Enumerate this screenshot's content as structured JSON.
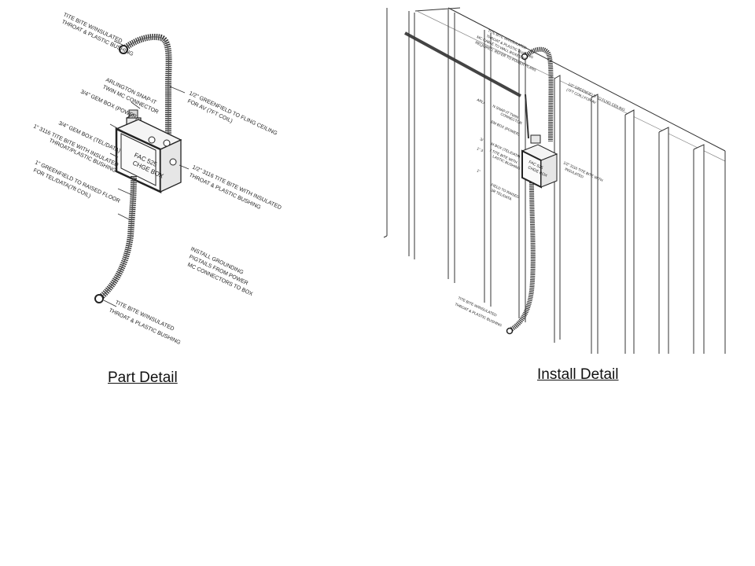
{
  "part_detail": {
    "caption": "Part Detail",
    "box_label_1": "FAC 525",
    "box_label_2": "CHGE BOX",
    "callouts": {
      "top_bushing_1": "TITE BITE W/INSULATED",
      "top_bushing_2": "THROAT & PLASTIC BUSHING",
      "arlington_1": "ARLINGTON SNAP-IT",
      "arlington_2": "TWIN MC CONNECTOR",
      "power_box": "3/4\" GEM BOX (POWER)",
      "greenfield_ceiling_1": "1/2\" GREENFIELD TO FLING CEILING",
      "greenfield_ceiling_2": "FOR AV (7FT COIL)",
      "teldata_box": "3/4\" GEM BOX (TEL/DATA)",
      "tite_bite_left_1": "1\" 3116 TITE BITE WITH INSULATED",
      "tite_bite_left_2": "THROAT/PLASTIC BUSHING",
      "tite_bite_right_1": "1/2\" 3116 TITE BITE WITH INSULATED",
      "tite_bite_right_2": "THROAT & PLASTIC BUSHING",
      "greenfield_floor_1": "1\" GREENFIELD TO RAISED FLOOR",
      "greenfield_floor_2": "FOR TEL/DATA(7ft COIL)",
      "grounding_1": "INSTALL GROUNDING",
      "grounding_2": "PIGTAILS FROM POWER",
      "grounding_3": "MC CONNECTORS TO BOX",
      "bottom_bushing_1": "TITE BITE W/INSULATED",
      "bottom_bushing_2": "THROAT & PLASTIC BUSHING"
    }
  },
  "install_detail": {
    "caption": "Install Detail",
    "box_label_1": "FAC 525",
    "box_label_2": "CHGE BOX",
    "callouts": {
      "top_1": "TITE BITE W/INSULATED",
      "top_2": "THROAT & PLASTIC BUSHING",
      "mc_1": "MC CABLE TO WALL BOXES AS",
      "mc_2": "REQUIRED. REFER TO POWER PLANS",
      "ceiling_1": "1/2\" GREENFIELD TO FLNG CEILING",
      "ceiling_2": "(7FT COIL) FOR AV",
      "snap_1": "N SNAP-IT TWIN",
      "snap_2": "CONNECTOR",
      "power": "EM BOX (POWER)",
      "teldata": "M BOX (TEL/DATA)",
      "tite_1": "7 TITE BITE WITH",
      "tite_2": "LASTIC BUSHING",
      "right_1": "1/2\" 3116 TITE BITE WITH",
      "right_2": "INSULATED",
      "field_1": "FIELD TO RAISED",
      "field_2": "3R TEL/DATA",
      "bottom_1": "TITE BITE W/INSULATED",
      "bottom_2": "THROAT & PLASTIC BUSHING",
      "frag_a": "ARLI",
      "frag_b": "3/",
      "frag_c": "1\" 3",
      "frag_d": "1\" "
    }
  }
}
